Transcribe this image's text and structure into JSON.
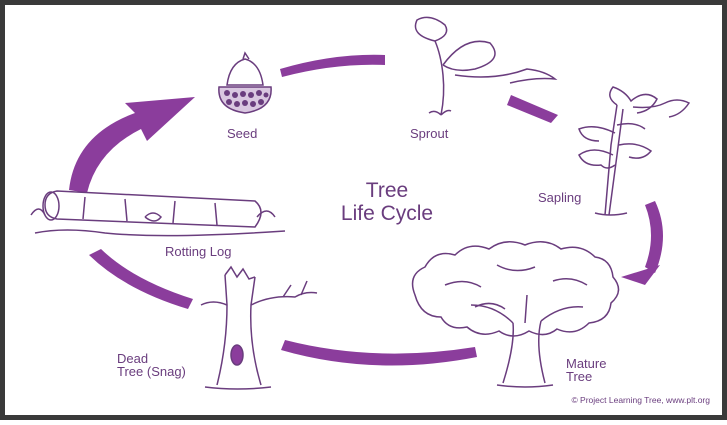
{
  "diagram": {
    "title_line1": "Tree",
    "title_line2": "Life Cycle",
    "stages": {
      "seed": "Seed",
      "sprout": "Sprout",
      "sapling": "Sapling",
      "mature_tree": "Mature\nTree",
      "dead_tree": "Dead\nTree (Snag)",
      "rotting_log": "Rotting Log"
    },
    "credit": "© Project Learning Tree, www.plt.org",
    "colors": {
      "arrow": "#8b3d9c",
      "line": "#6a3d7e",
      "border": "#3a3a3a"
    }
  }
}
